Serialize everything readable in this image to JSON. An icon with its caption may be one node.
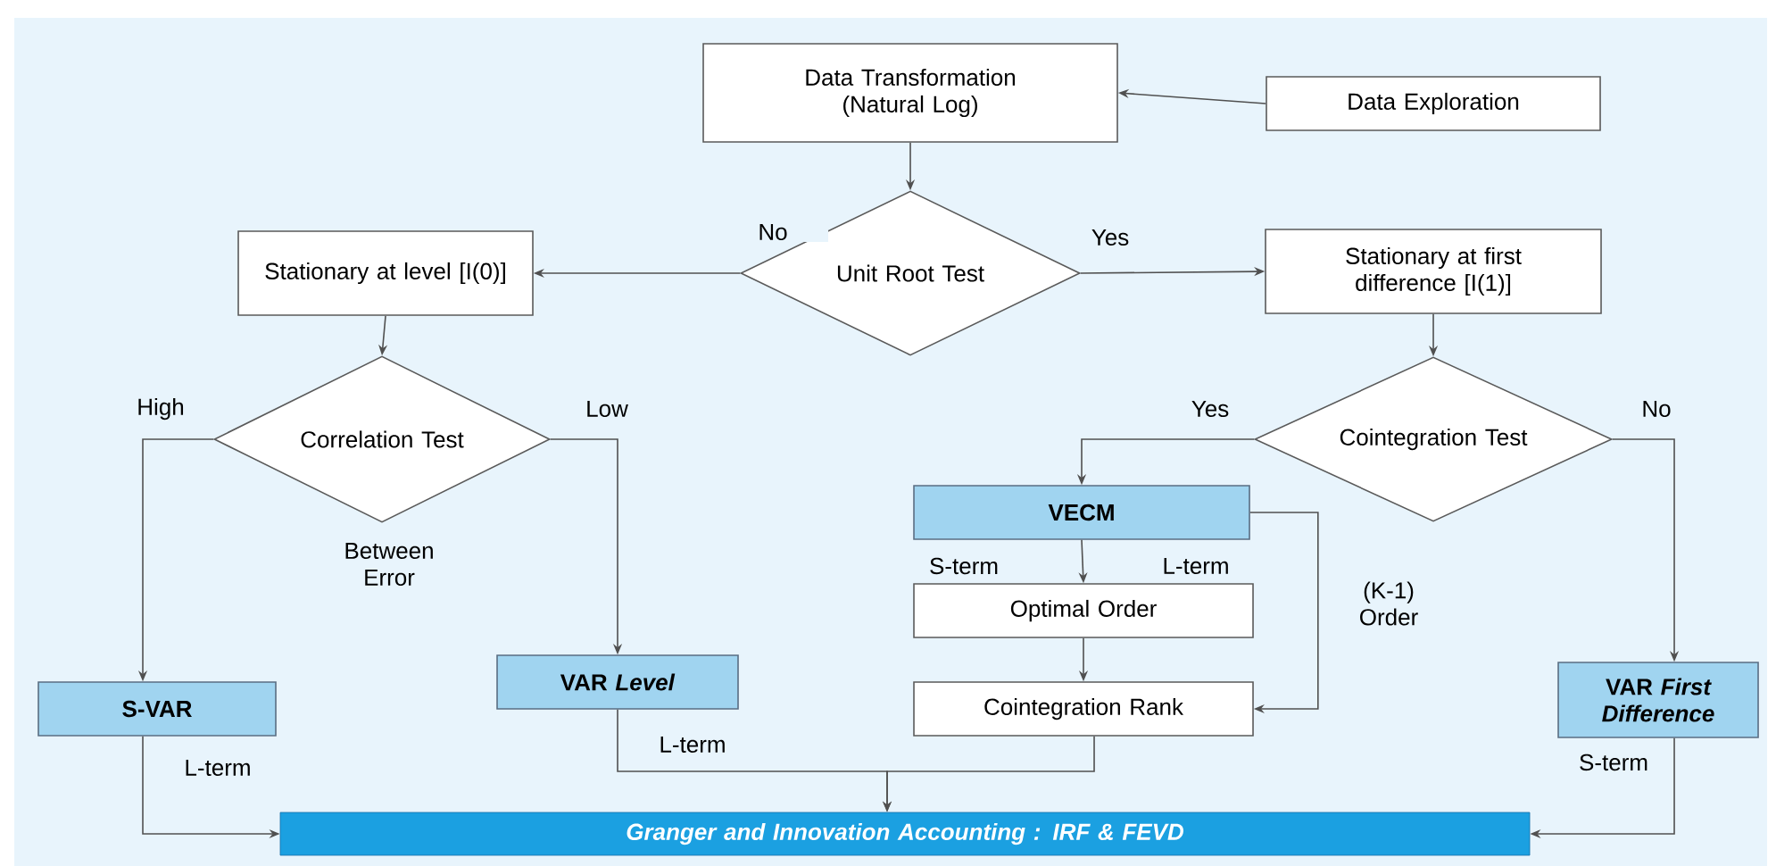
{
  "diagram": {
    "nodes": [
      {
        "text": [
          "Data Transformation (Natural Log)"
        ]
      },
      {
        "text": [
          "Data Exploration"
        ]
      },
      {
        "text": [
          "Unit Root Test"
        ]
      },
      {
        "text": [
          "Stationary at level [I(0)]"
        ]
      },
      {
        "text": [
          "Stationary at first difference [I(1)]"
        ]
      },
      {
        "text": [
          "Correlation Test"
        ],
        "beside": [
          "Between Error"
        ]
      },
      {
        "text": [
          "Cointegration Test"
        ]
      },
      {
        "text": [
          "VECM"
        ]
      },
      {
        "text": [
          "Optimal Order"
        ]
      },
      {
        "text": [
          "Cointegration Rank"
        ]
      },
      {
        "text": [
          "S-VAR"
        ]
      },
      {
        "text": [
          "VAR *Level*"
        ]
      },
      {
        "text": [
          "VAR *First Difference*"
        ]
      },
      {
        "text": [
          "Granger and Innovation Accounting : IRF & FEVD"
        ]
      }
    ],
    "edges": [
      {
        "from": 1,
        "to": 0,
        "arrow": "to"
      },
      {
        "from": 0,
        "to": 2,
        "arrow": "to"
      },
      {
        "from": 2,
        "to": 3,
        "arrow": "to",
        "label": "No"
      },
      {
        "from": 2,
        "to": 4,
        "arrow": "to",
        "label": "Yes"
      },
      {
        "from": 3,
        "to": 5,
        "arrow": "to"
      },
      {
        "from": 4,
        "to": 6,
        "arrow": "to"
      },
      {
        "from": 5,
        "to": 10,
        "arrow": "to",
        "label": "High"
      },
      {
        "from": 5,
        "to": 11,
        "arrow": "to",
        "label": "Low"
      },
      {
        "from": 6,
        "to": 7,
        "arrow": "to",
        "label": "Yes"
      },
      {
        "from": 6,
        "to": 12,
        "arrow": "to",
        "label": "No"
      },
      {
        "from": 7,
        "to": 8,
        "arrow": "to"
      },
      {
        "from": 8,
        "to": 9,
        "arrow": "to"
      },
      {
        "from": 7,
        "to": 9,
        "arrow": "to",
        "label": "(K-1) Order"
      },
      {
        "from": 10,
        "to": 13,
        "arrow": "to",
        "label": "L-term"
      },
      {
        "from": 11,
        "to": 13,
        "arrow": "to",
        "label": "L-term"
      },
      {
        "from": 9,
        "to": 13,
        "arrow": "to"
      },
      {
        "from": 12,
        "to": 13,
        "arrow": "to",
        "label": "S-term"
      }
    ],
    "labels": [
      "S-term",
      "L-term"
    ]
  }
}
